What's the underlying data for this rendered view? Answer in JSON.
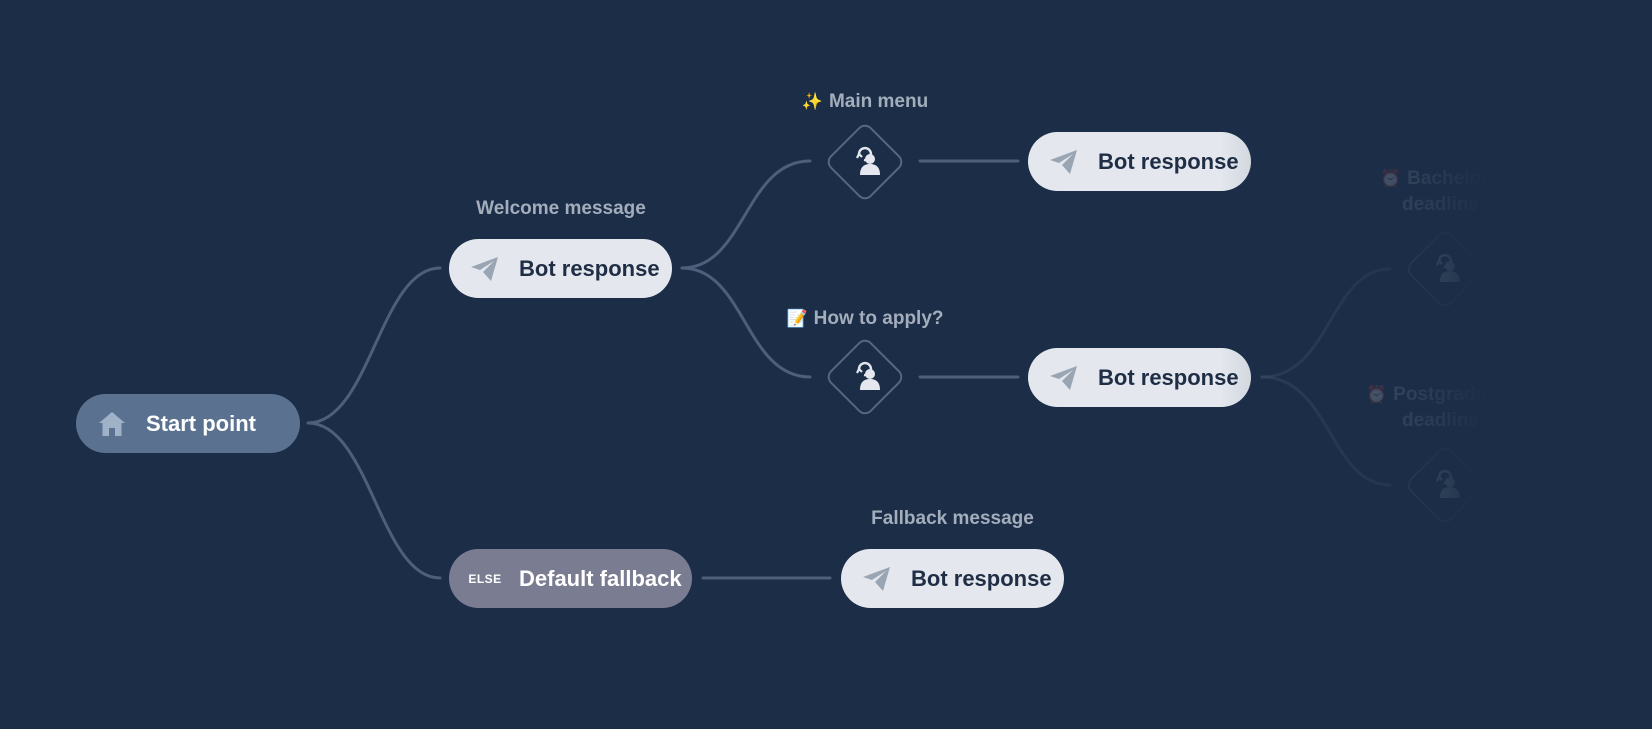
{
  "start": {
    "label": "Start point",
    "icon": "home-icon"
  },
  "welcome": {
    "caption": "Welcome message",
    "label": "Bot response",
    "icon": "paper-plane-icon"
  },
  "main_menu": {
    "emoji": "✨",
    "caption": "Main menu",
    "icon": "user-intent-icon",
    "response_label": "Bot response"
  },
  "how_to_apply": {
    "emoji": "📝",
    "caption": "How to apply?",
    "icon": "user-intent-icon",
    "response_label": "Bot response"
  },
  "fallback": {
    "tag": "ELSE",
    "label": "Default fallback",
    "caption": "Fallback message",
    "response_label": "Bot response"
  },
  "bachelor": {
    "emoji": "⏰",
    "caption_line1": "Bachelor",
    "caption_line2": "deadlines"
  },
  "postgrad": {
    "emoji": "⏰",
    "caption_line1": "Postgradua",
    "caption_line2": "deadlines"
  },
  "colors": {
    "background": "#1b2d47",
    "edge": "#4d5f7a",
    "bot_node": "#e4e8ee",
    "start_node": "#5a7290",
    "fallback_node": "#7a7d92"
  }
}
